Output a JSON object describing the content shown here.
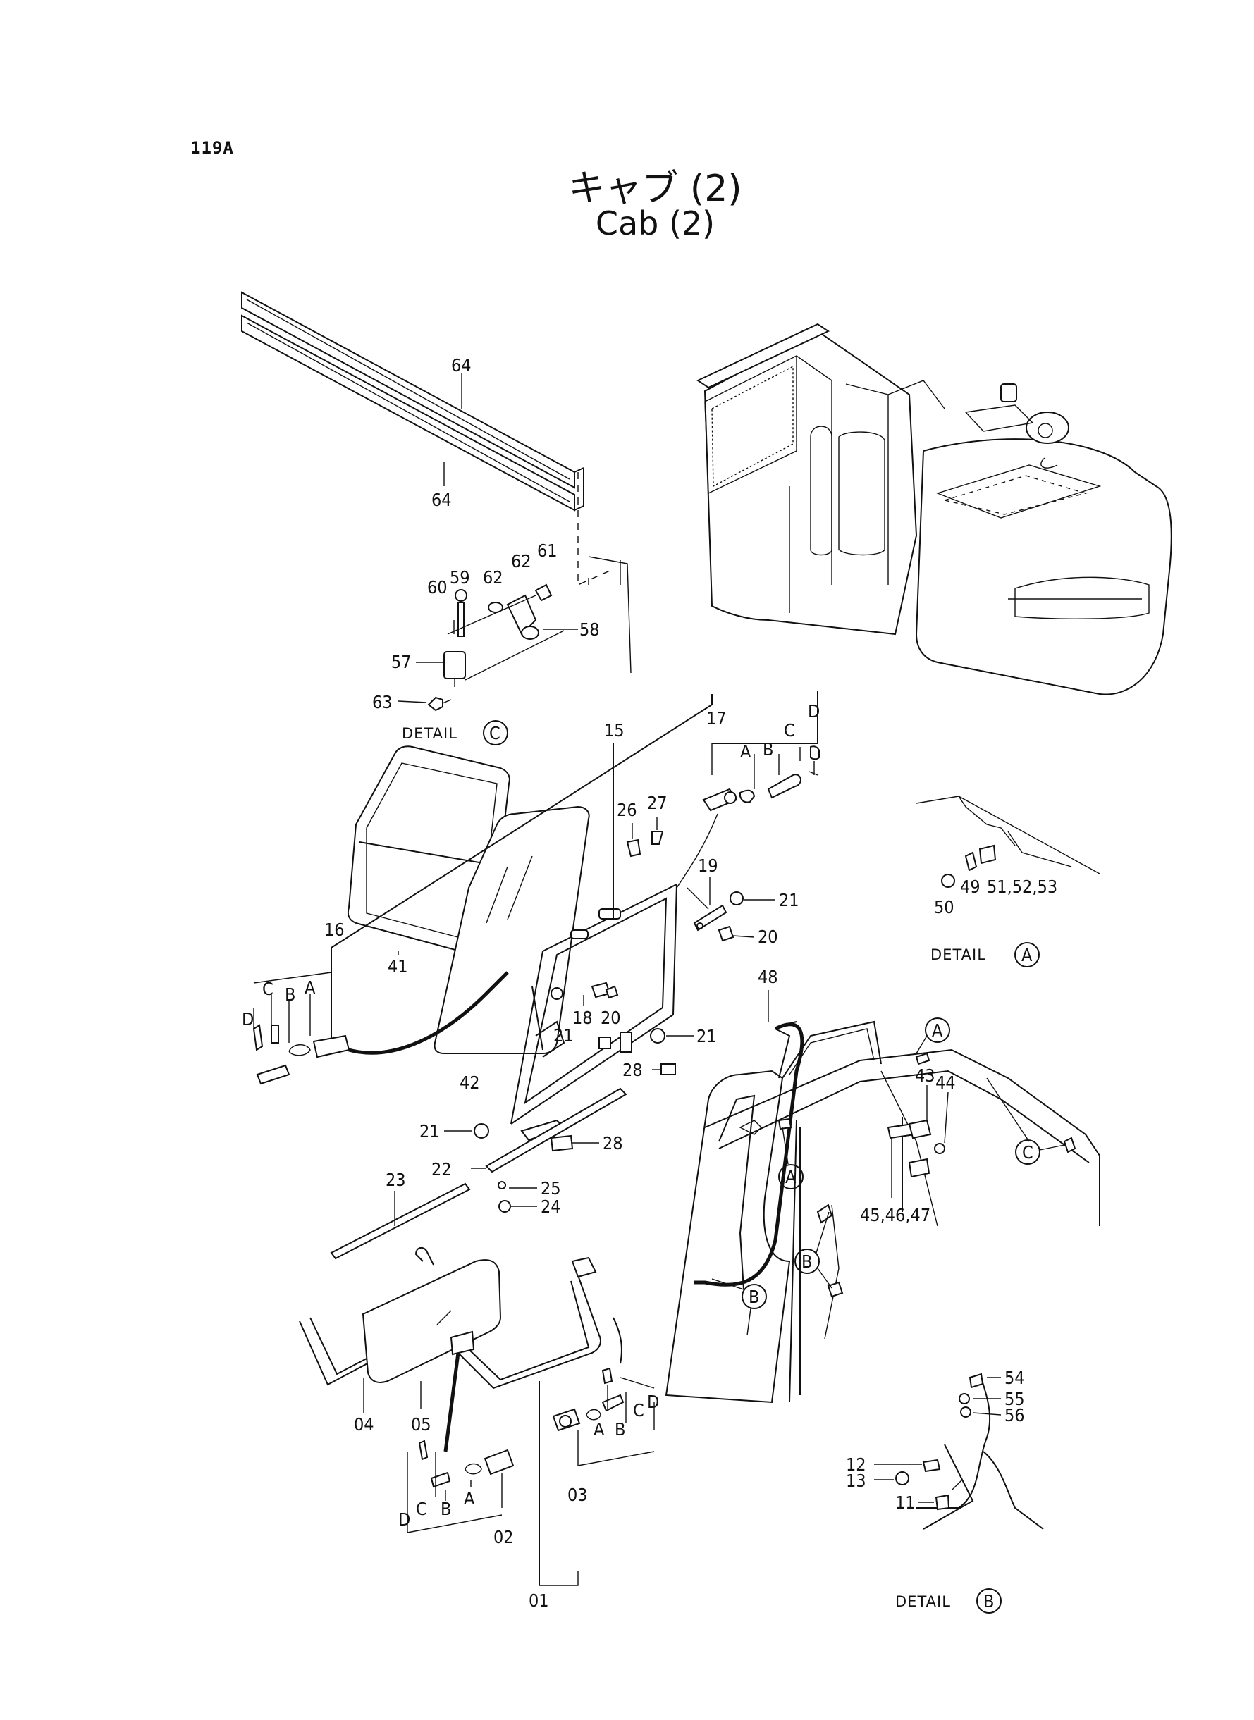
{
  "page_id": "119A",
  "title_ja": "キャブ (2)",
  "title_en": "Cab (2)",
  "details": {
    "detail_word": "DETAIL",
    "a": "A",
    "b": "B",
    "c": "C"
  },
  "callouts": {
    "p64a": "64",
    "p64b": "64",
    "p60": "60",
    "p59": "59",
    "p62a": "62",
    "p62b": "62",
    "p61": "61",
    "p58": "58",
    "p57": "57",
    "p63": "63",
    "p15": "15",
    "p17": "17",
    "p16": "16",
    "p41": "41",
    "p42": "42",
    "p26": "26",
    "p27": "27",
    "p19": "19",
    "p18": "18",
    "p20a": "20",
    "p20b": "20",
    "p21a": "21",
    "p21b": "21",
    "p21c": "21",
    "p21d": "21",
    "p28a": "28",
    "p28b": "28",
    "p22": "22",
    "p23": "23",
    "p24": "24",
    "p25": "25",
    "p48": "48",
    "p43": "43",
    "p44": "44",
    "p454647": "45,46,47",
    "p49": "49",
    "p50": "50",
    "p515253": "51,52,53",
    "p04": "04",
    "p05": "05",
    "p01": "01",
    "p02": "02",
    "p03": "03",
    "p54": "54",
    "p55": "55",
    "p56": "56",
    "p12": "12",
    "p13": "13",
    "p11": "11",
    "la": "A",
    "lb": "B",
    "lc": "C",
    "ld": "D"
  }
}
